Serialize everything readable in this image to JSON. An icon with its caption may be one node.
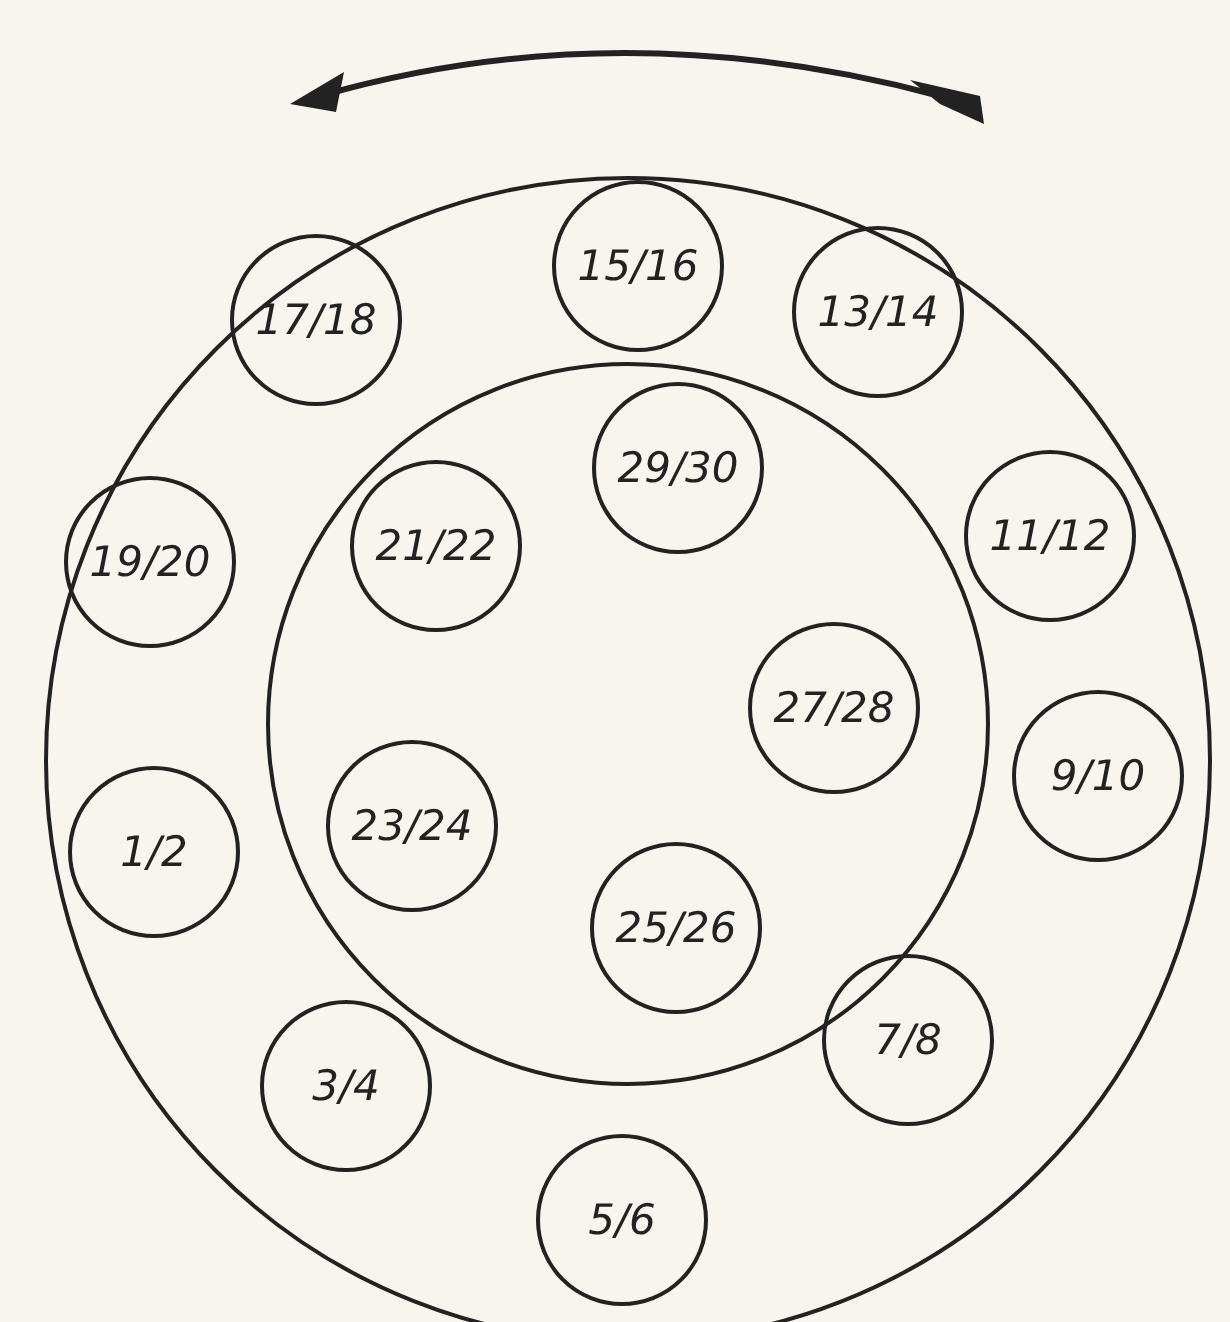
{
  "diagram": {
    "nodes": [
      {
        "text": [],
        "shape": "circle"
      },
      {
        "text": [],
        "shape": "circle",
        "in": 0
      },
      {
        "text": [
          "15/16"
        ],
        "in": 0
      },
      {
        "text": [
          "17/18"
        ],
        "in": 0
      },
      {
        "text": [
          "13/14"
        ],
        "in": 0
      },
      {
        "text": [
          "29/30"
        ],
        "in": 1
      },
      {
        "text": [
          "11/12"
        ],
        "in": 0
      },
      {
        "text": [
          "21/22"
        ],
        "in": 1
      },
      {
        "text": [
          "19/20"
        ],
        "in": 0
      },
      {
        "text": [
          "27/28"
        ],
        "in": 1
      },
      {
        "text": [
          "9/10"
        ],
        "in": 0
      },
      {
        "text": [
          "23/24"
        ],
        "in": 1
      },
      {
        "text": [
          "1/2"
        ],
        "in": 0
      },
      {
        "text": [
          "25/26"
        ],
        "in": 1
      },
      {
        "text": [
          "7/8"
        ],
        "in": 0
      },
      {
        "text": [
          "3/4"
        ],
        "in": 0
      },
      {
        "text": [
          "5/6"
        ],
        "in": 0
      }
    ]
  }
}
